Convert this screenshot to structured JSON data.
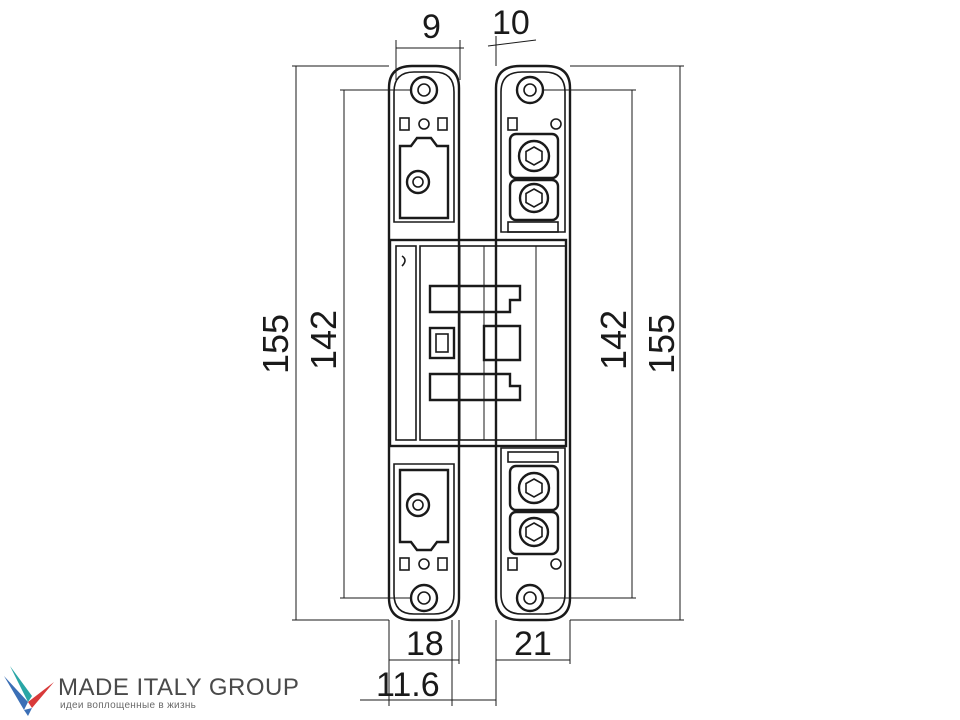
{
  "dimensions": {
    "top_left_width": "9",
    "top_right_width": "10",
    "left_outer_height": "155",
    "left_inner_height": "142",
    "right_inner_height": "142",
    "right_outer_height": "155",
    "bottom_left_width": "18",
    "bottom_right_width": "21",
    "bottom_offset": "11.6"
  },
  "logo": {
    "name": "MADE ITALY GROUP",
    "tagline": "идеи воплощенные в жизнь",
    "colors": {
      "blue": "#3b6fb6",
      "red": "#d83a3a",
      "teal": "#2aa6a6"
    }
  },
  "line_color": "#1a1a1a"
}
